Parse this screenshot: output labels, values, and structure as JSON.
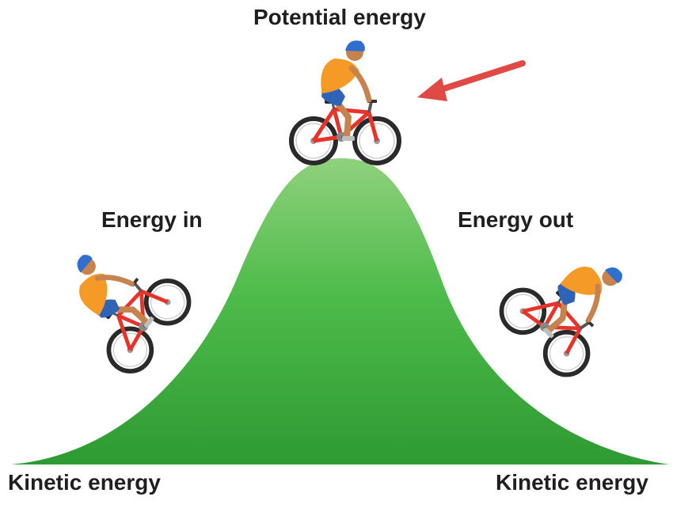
{
  "labels": {
    "top": "Potential energy",
    "left_slope": "Energy in",
    "right_slope": "Energy out",
    "bottom_left": "Kinetic energy",
    "bottom_right": "Kinetic energy"
  },
  "colors": {
    "hill_light": "#8fd17c",
    "hill_mid": "#4dbb4a",
    "hill_dark": "#2e9a33",
    "arrow": "#e04a45",
    "bike_frame": "#e8332b",
    "jersey": "#f59a27",
    "shorts": "#2e63b8",
    "helmet": "#2f6fd0",
    "skin": "#c7834e",
    "tire": "#2a2a2a"
  }
}
